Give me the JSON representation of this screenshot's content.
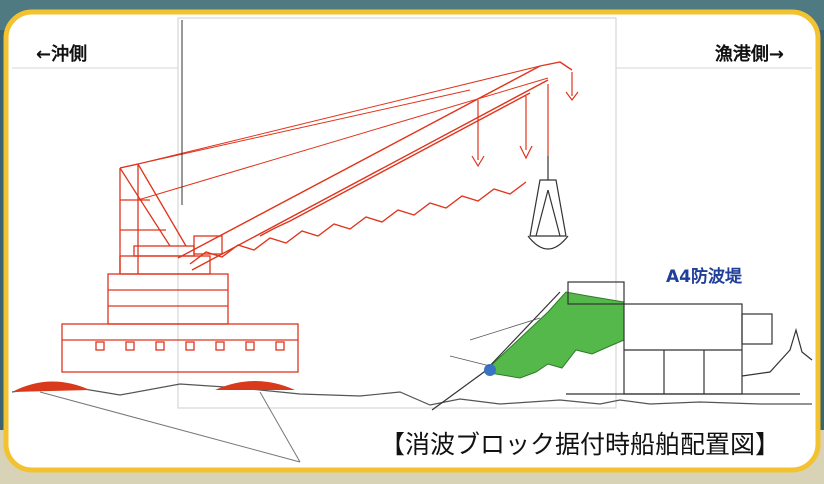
{
  "labels": {
    "offshore_side": "←沖側",
    "harbor_side": "漁港側→",
    "breakwater": "A4防波堤",
    "caption": "【消波ブロック据付時船舶配置図】"
  },
  "colors": {
    "crane": "#e0341c",
    "armor_block": "#4caf50",
    "border": "#f2c230",
    "background_photo": "#3f6b76",
    "breakwater_label": "#1f3f99"
  },
  "icons": {
    "crane": "crane-barge-icon",
    "grab": "grab-bucket-icon"
  }
}
